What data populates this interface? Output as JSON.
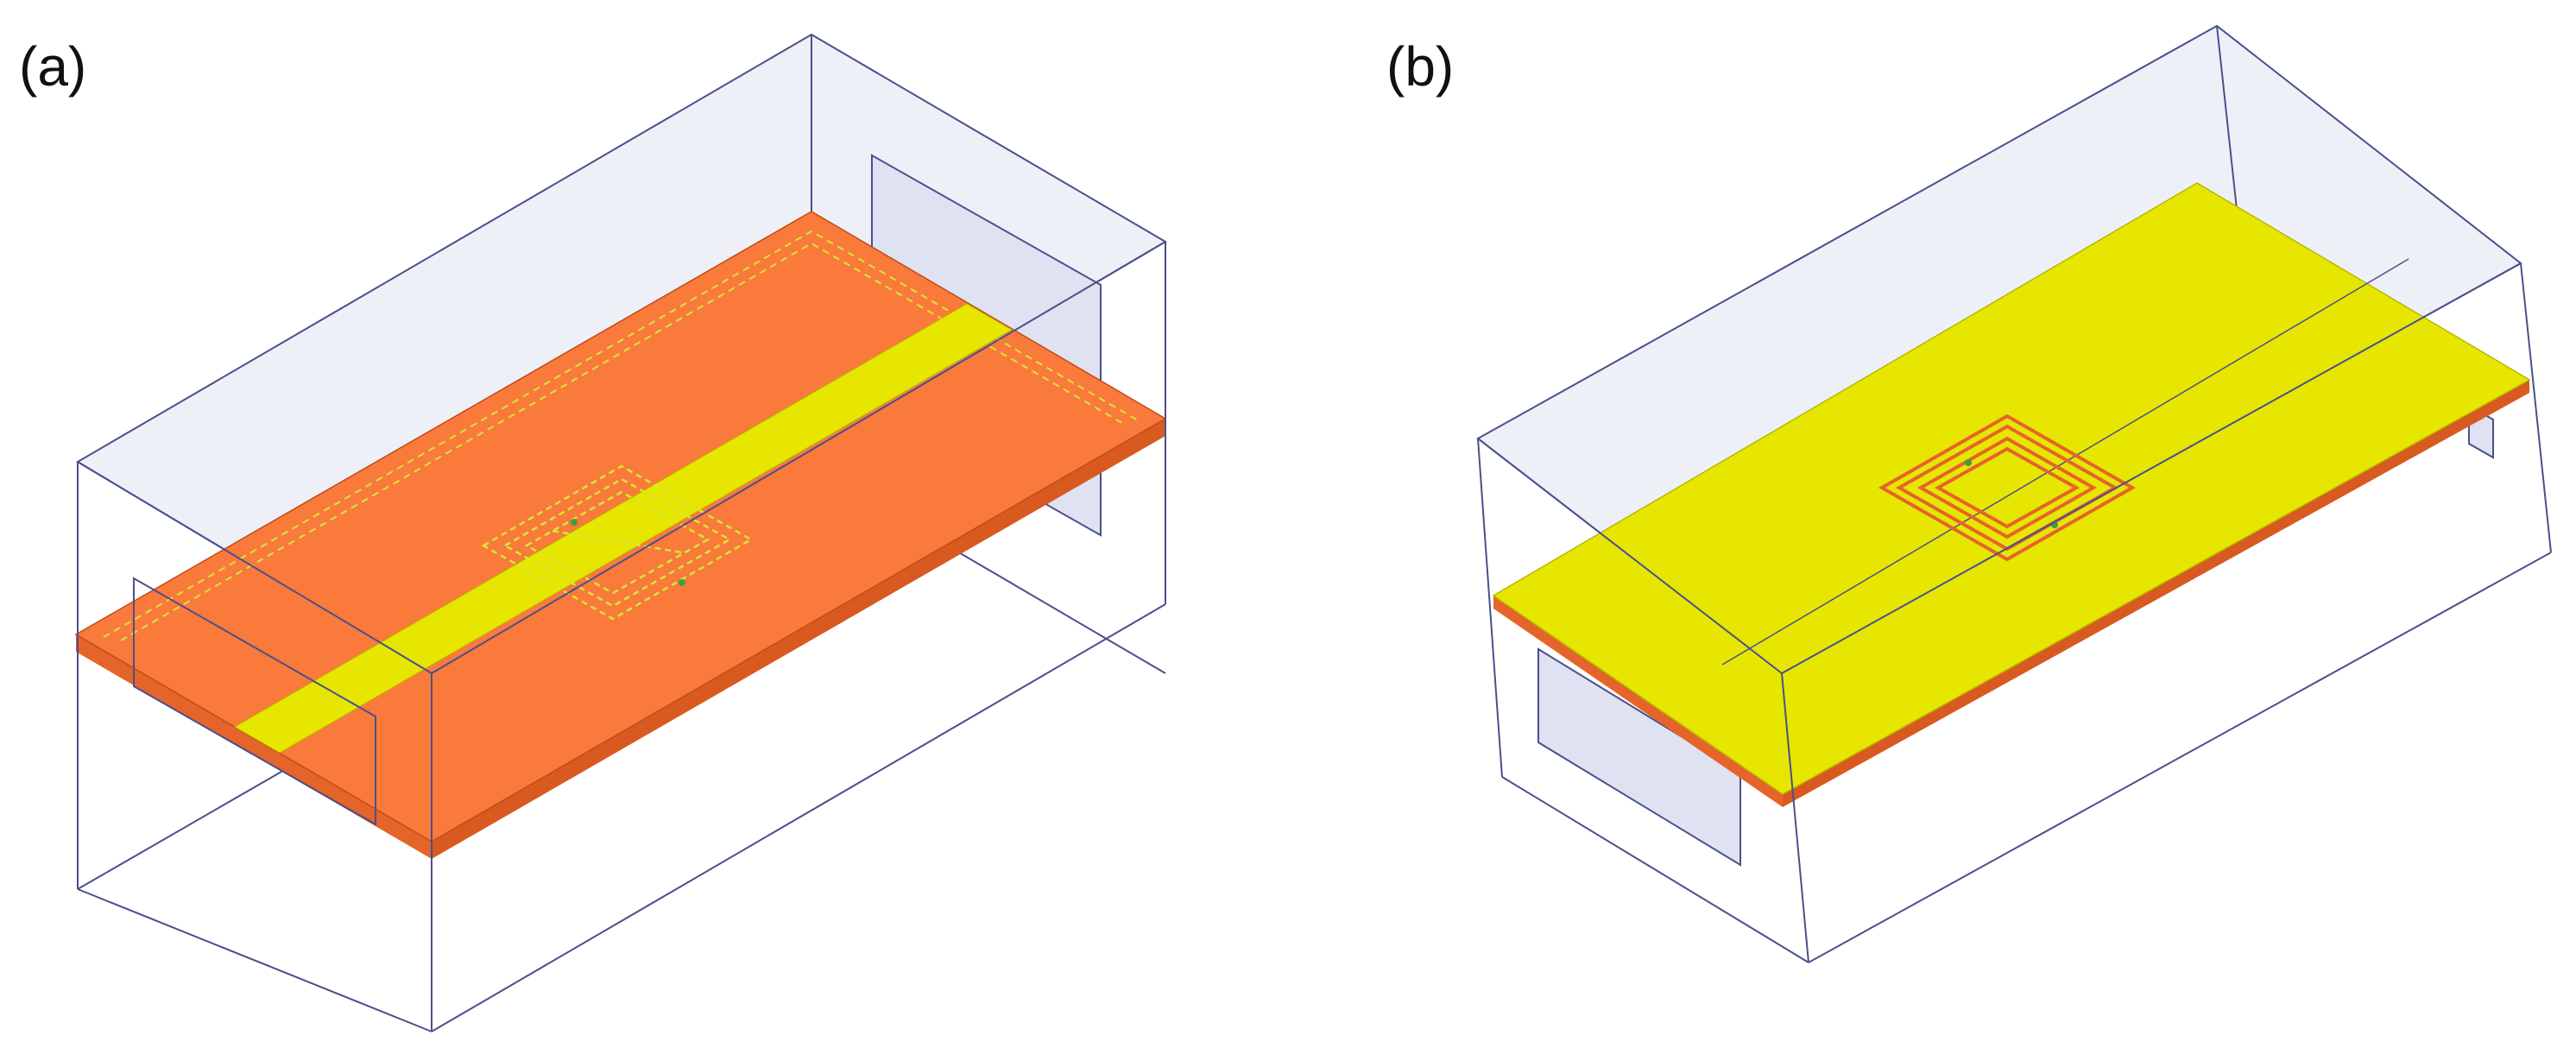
{
  "panels": [
    {
      "label": "(a)",
      "view": "bottom",
      "substrate_color": "#f97a3a",
      "strip_color": "#e6e600"
    },
    {
      "label": "(b)",
      "view": "top",
      "substrate_color": "#f97a3a",
      "ground_color": "#e6e600"
    }
  ],
  "colors": {
    "box_edge": "#4b4f8c",
    "box_fill": "#e8eaf6",
    "substrate": "#f97a3a",
    "substrate_dark": "#d85a20",
    "metal": "#e6e600",
    "dashed_outline": "#d6e83a"
  }
}
